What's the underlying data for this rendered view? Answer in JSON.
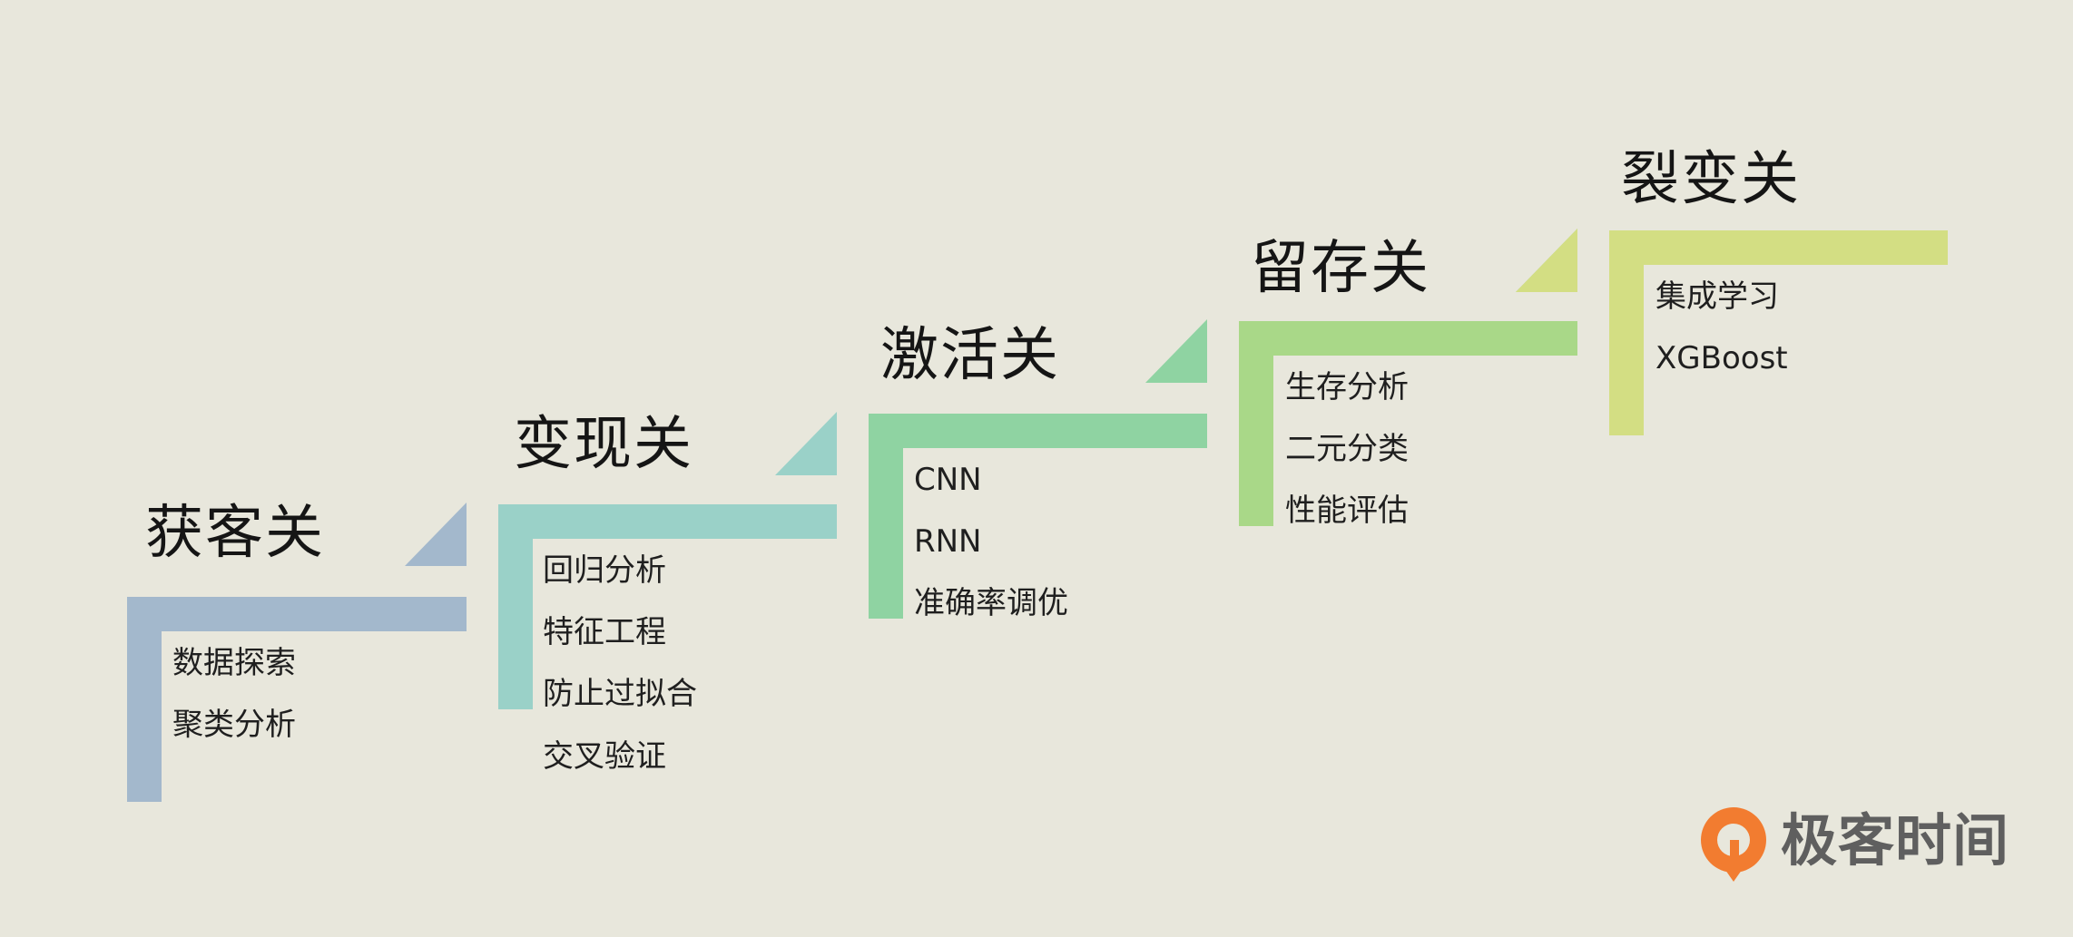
{
  "stages": [
    {
      "id": "acquisition",
      "title": "获客关",
      "color": "#a3b8cc",
      "items": [
        "数据探索",
        "聚类分析"
      ]
    },
    {
      "id": "monetization",
      "title": "变现关",
      "color": "#9ad1c8",
      "items": [
        "回归分析",
        "特征工程",
        "防止过拟合",
        "交叉验证"
      ]
    },
    {
      "id": "activation",
      "title": "激活关",
      "color": "#8fd3a2",
      "items": [
        "CNN",
        "RNN",
        "准确率调优"
      ]
    },
    {
      "id": "retention",
      "title": "留存关",
      "color": "#a9d888",
      "items": [
        "生存分析",
        "二元分类",
        "性能评估"
      ]
    },
    {
      "id": "referral",
      "title": "裂变关",
      "color": "#d3de83",
      "items": [
        "集成学习",
        "XGBoost"
      ]
    }
  ],
  "logo": {
    "text": "极客时间",
    "icon": "geektime-logo-icon",
    "color": "#f27c30"
  }
}
